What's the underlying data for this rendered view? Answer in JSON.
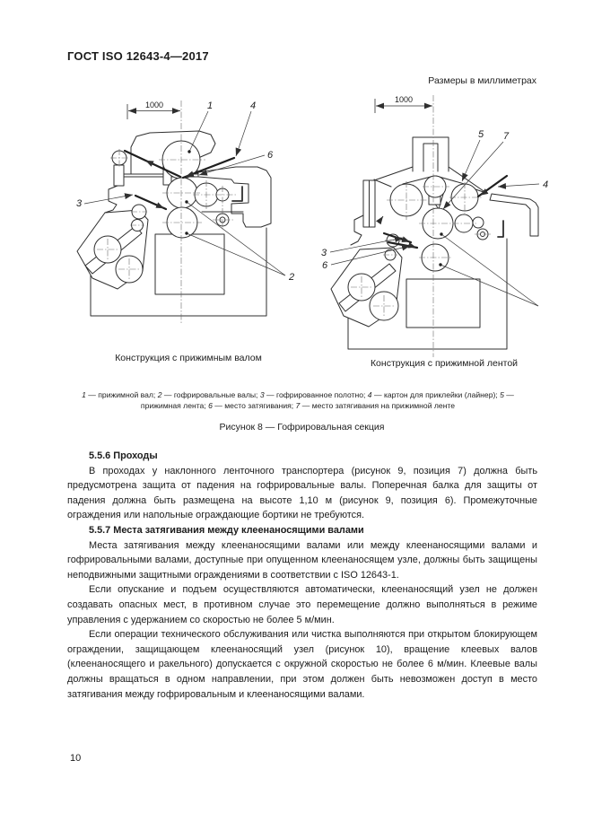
{
  "page": {
    "header_title": "ГОСТ ISO 12643-4—2017",
    "units_note": "Размеры в миллиметрах",
    "page_number": "10"
  },
  "figure": {
    "left": {
      "dimension": "1000",
      "caption": "Конструкция с прижимным валом",
      "labels": {
        "n1": "1",
        "n2": "2",
        "n3": "3",
        "n4": "4",
        "n6": "6"
      }
    },
    "right": {
      "dimension": "1000",
      "caption": "Конструкция с прижимной лентой",
      "labels": {
        "n3": "3",
        "n4": "4",
        "n5": "5",
        "n6": "6",
        "n7": "7"
      }
    },
    "legend": [
      {
        "num": "1",
        "text": "прижимной вал"
      },
      {
        "num": "2",
        "text": "гофрировальные валы"
      },
      {
        "num": "3",
        "text": "гофрированное полотно"
      },
      {
        "num": "4",
        "text": "картон для приклейки (лайнер)"
      },
      {
        "num": "5",
        "text": "прижимная лента"
      },
      {
        "num": "6",
        "text": "место затягивания"
      },
      {
        "num": "7",
        "text": "место затягивания на прижимной ленте"
      }
    ],
    "figure_caption": "Рисунок 8 — Гофрировальная секция"
  },
  "sections": [
    {
      "heading": "5.5.6 Проходы",
      "paragraphs": [
        "В проходах у наклонного ленточного транспортера (рисунок 9, позиция 7) должна быть предусмотрена защита от падения на гофрировальные валы. Поперечная балка для защиты от падения должна быть размещена на высоте 1,10 м (рисунок 9, позиция 6). Промежуточные ограждения или напольные ограждающие бортики не требуются."
      ]
    },
    {
      "heading": "5.5.7 Места затягивания между клеенаносящими валами",
      "paragraphs": [
        "Места затягивания между клеенаносящими валами или между клеенаносящими валами и гофрировальными валами, доступные при опущенном клеенаносящем узле, должны быть защищены неподвижными защитными ограждениями в соответствии с ISO 12643-1.",
        "Если опускание и подъем осуществляются автоматически, клеенаносящий узел не должен создавать опасных мест, в противном случае это перемещение должно выполняться в режиме управления с удержанием со скоростью не более 5 м/мин.",
        "Если операции технического обслуживания или чистка выполняются при открытом блокирующем ограждении, защищающем клеенаносящий узел (рисунок 10), вращение клеевых валов (клеенаносящего и ракельного) допускается с окружной скоростью не более 6 м/мин. Клеевые валы должны вращаться в одном направлении, при этом должен быть невозможен доступ в место затягивания между гофрировальным и клеенаносящими валами."
      ]
    }
  ]
}
